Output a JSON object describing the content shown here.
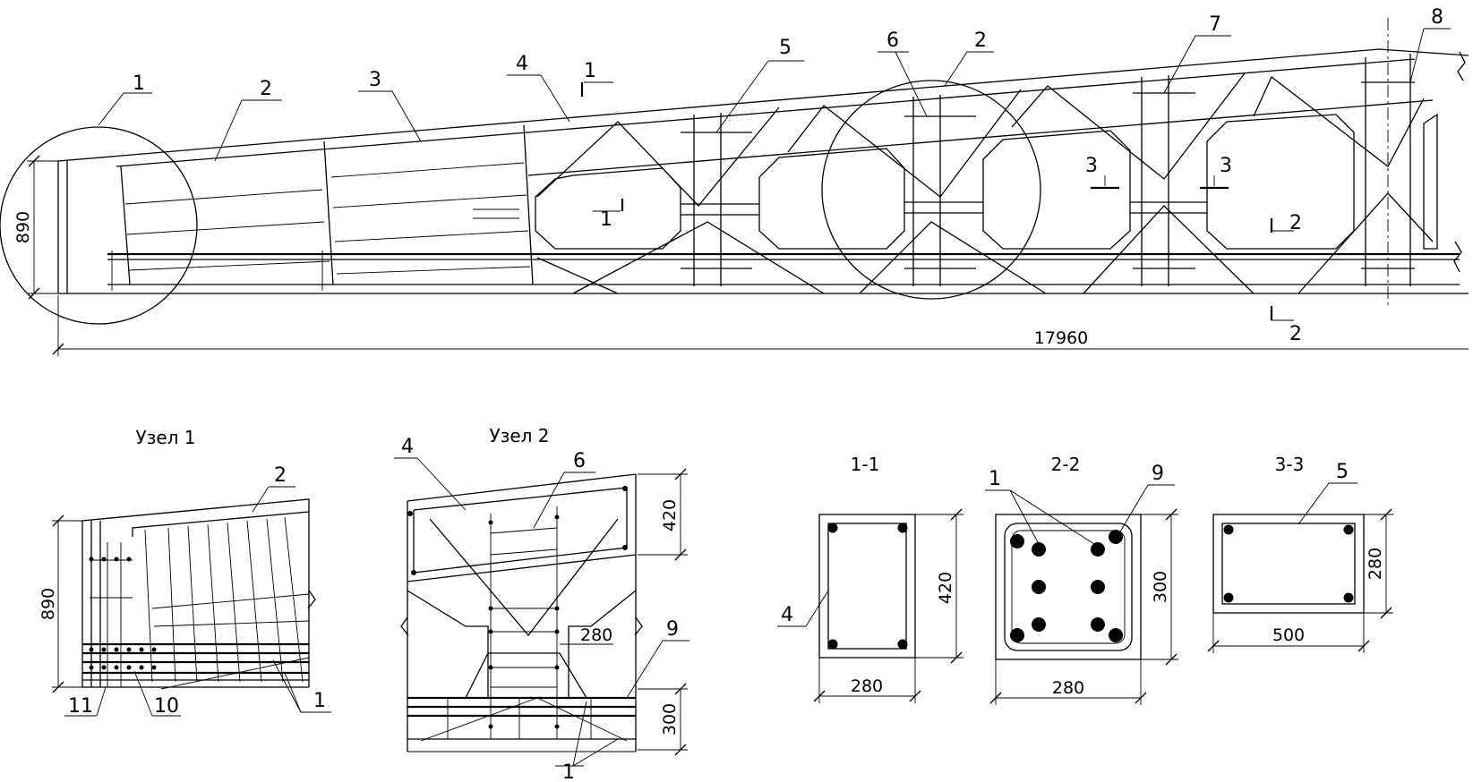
{
  "main_view": {
    "length_dim": "17960",
    "height_dim": "890",
    "leaders": [
      "1",
      "2",
      "3",
      "4",
      "5",
      "6",
      "2",
      "7",
      "8"
    ],
    "section_marks": {
      "s1_top": "1",
      "s1_inner": "1",
      "s3_left": "3",
      "s3_right": "3",
      "s2_top": "2",
      "s2_bottom": "2"
    }
  },
  "node1": {
    "title": "Узел 1",
    "height_dim": "890",
    "labels": {
      "l2": "2",
      "l11": "11",
      "l10": "10",
      "l1": "1"
    }
  },
  "node2": {
    "title": "Узел 2",
    "dims": {
      "d420": "420",
      "d280": "280",
      "d300": "300"
    },
    "labels": {
      "l4": "4",
      "l6": "6",
      "l9": "9",
      "l1": "1"
    }
  },
  "section_1_1": {
    "title": "1-1",
    "width_dim": "280",
    "height_dim": "420",
    "label": "4"
  },
  "section_2_2": {
    "title": "2-2",
    "width_dim": "280",
    "height_dim": "300",
    "label_a": "1",
    "label_b": "9"
  },
  "section_3_3": {
    "title": "3-3",
    "width_dim": "500",
    "height_dim": "280",
    "label": "5"
  }
}
